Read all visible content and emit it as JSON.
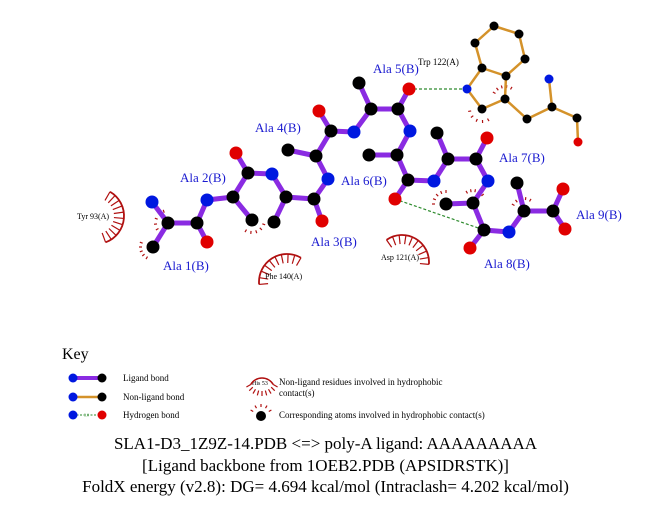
{
  "colors": {
    "ligand_bond": "#8a2be2",
    "nonligand_bond": "#d4922a",
    "hbond": "#2e8b2e",
    "nitrogen": "#0018e0",
    "oxygen": "#e00000",
    "carbon": "#000000",
    "hydrophobic": "#b01010",
    "residue_label": "#1a1ad0",
    "trp_label": "#c01010"
  },
  "ligand_residues": [
    "Ala 1(B)",
    "Ala 2(B)",
    "Ala 3(B)",
    "Ala 4(B)",
    "Ala 5(B)",
    "Ala 6(B)",
    "Ala 7(B)",
    "Ala 8(B)",
    "Ala 9(B)"
  ],
  "interacting_residue": "Trp 122(A)",
  "hydrophobic_residues": [
    "Tyr 93(A)",
    "Phe 140(A)",
    "Asp 121(A)"
  ],
  "key": {
    "title": "Key",
    "ligand_bond": "Ligand bond",
    "nonligand_bond": "Non-ligand bond",
    "hydrogen_bond": "Hydrogen bond",
    "hbond_length": "3.0",
    "example_residue": "His 53",
    "nonligand_hydrophobic": "Non-ligand residues involved in hydrophobic",
    "nonligand_hydrophobic_2": "contact(s)",
    "corresponding_atoms": "Corresponding atoms involved in hydrophobic contact(s)"
  },
  "caption": {
    "line1": "SLA1-D3_1Z9Z-14.PDB <=> poly-A ligand: AAAAAAAAA",
    "line2": "[Ligand backbone from 1OEB2.PDB (APSIDRSTK)]",
    "line3": "FoldX energy (v2.8): DG= 4.694 kcal/mol (Intraclash= 4.202 kcal/mol)"
  }
}
